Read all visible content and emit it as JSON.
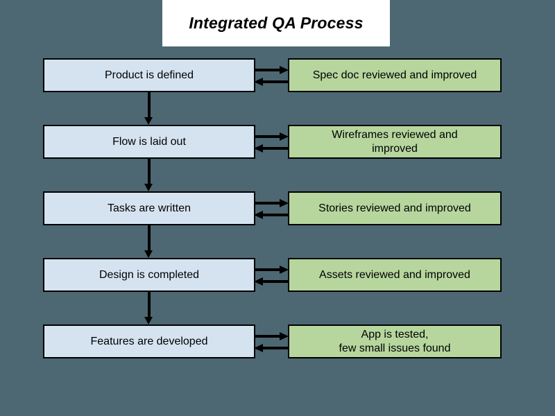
{
  "title": "Integrated QA Process",
  "colors": {
    "canvas_bg": "#4d6872",
    "title_bg": "#ffffff",
    "process_fill": "#d5e3f1",
    "review_fill": "#b6d69e",
    "stroke": "#000000",
    "text": "#000000"
  },
  "rows": [
    {
      "process": "Product is defined",
      "review": "Spec doc reviewed and improved"
    },
    {
      "process": "Flow is laid out",
      "review": "Wireframes reviewed and\nimproved"
    },
    {
      "process": "Tasks are written",
      "review": "Stories reviewed and improved"
    },
    {
      "process": "Design is completed",
      "review": "Assets reviewed and improved"
    },
    {
      "process": "Features are developed",
      "review": "App is tested,\nfew small issues found"
    }
  ],
  "icons": {
    "exchange_right": "arrow-right-icon",
    "exchange_left": "arrow-left-icon",
    "flow_down": "arrow-down-icon"
  }
}
